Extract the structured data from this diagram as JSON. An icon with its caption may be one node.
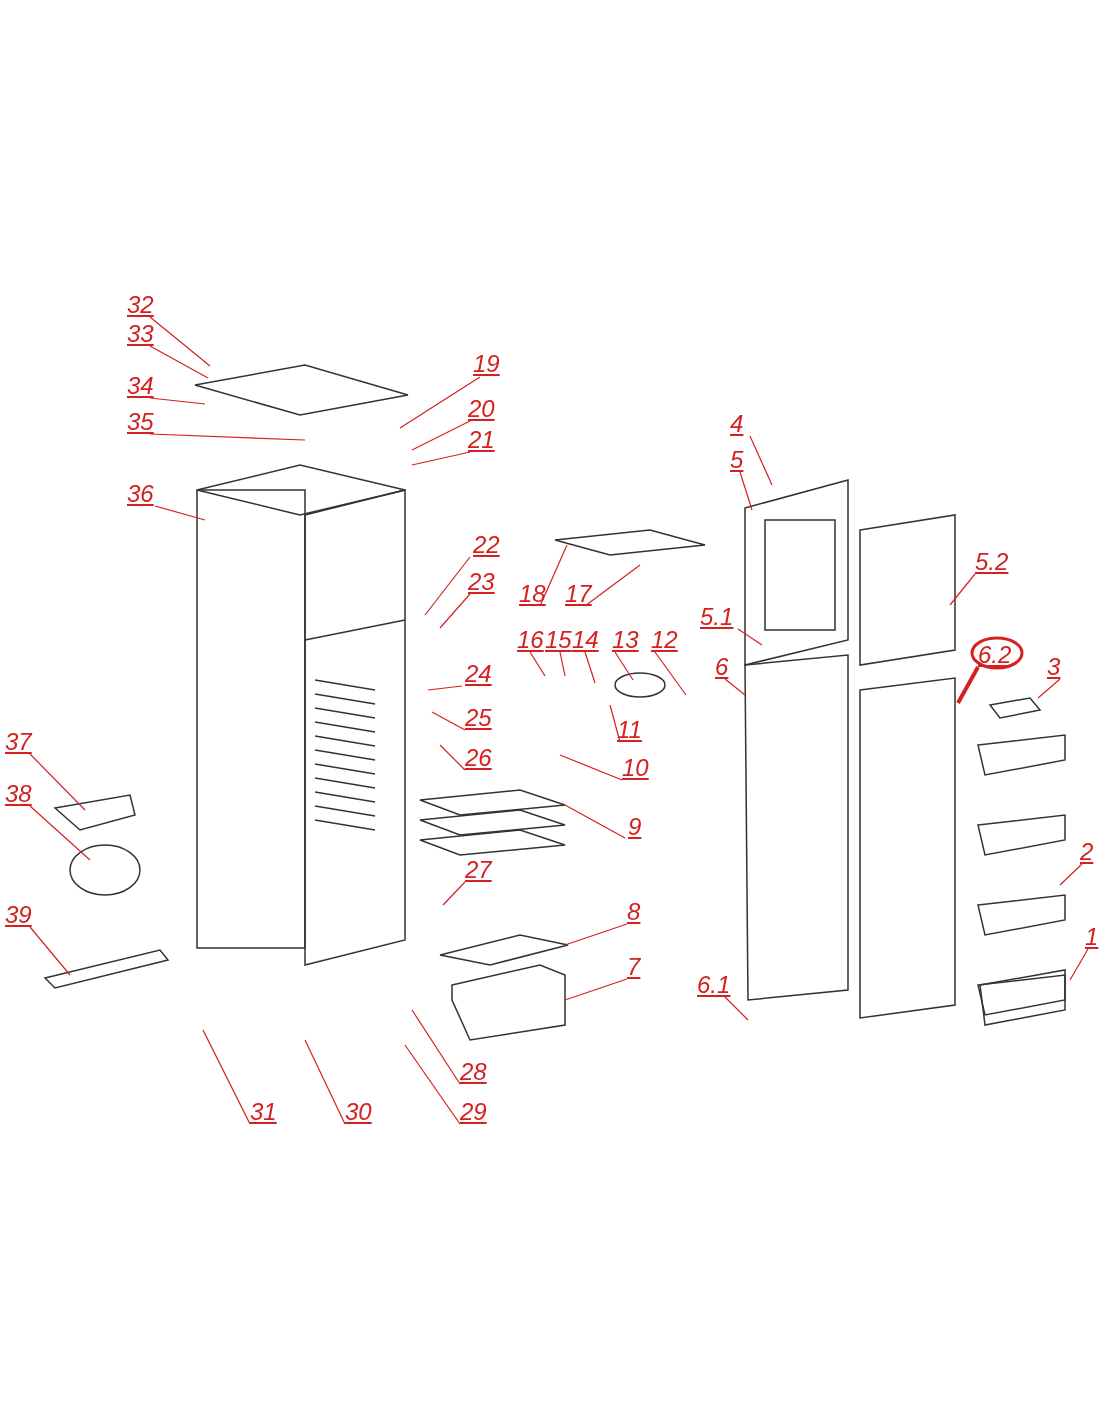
{
  "diagram": {
    "nodes": [
      {
        "text": [
          "32"
        ]
      },
      {
        "text": [
          "33"
        ]
      },
      {
        "text": [
          "34"
        ]
      },
      {
        "text": [
          "35"
        ]
      },
      {
        "text": [
          "36"
        ]
      },
      {
        "text": [
          "19"
        ]
      },
      {
        "text": [
          "20"
        ]
      },
      {
        "text": [
          "21"
        ]
      },
      {
        "text": [
          "22"
        ]
      },
      {
        "text": [
          "23"
        ]
      },
      {
        "text": [
          "24"
        ]
      },
      {
        "text": [
          "25"
        ]
      },
      {
        "text": [
          "26"
        ]
      },
      {
        "text": [
          "27"
        ]
      },
      {
        "text": [
          "18"
        ]
      },
      {
        "text": [
          "17"
        ]
      },
      {
        "text": [
          "16"
        ]
      },
      {
        "text": [
          "15"
        ]
      },
      {
        "text": [
          "14"
        ]
      },
      {
        "text": [
          "13"
        ]
      },
      {
        "text": [
          "12"
        ]
      },
      {
        "text": [
          "11"
        ]
      },
      {
        "text": [
          "10"
        ]
      },
      {
        "text": [
          "9"
        ]
      },
      {
        "text": [
          "4"
        ]
      },
      {
        "text": [
          "5"
        ]
      },
      {
        "text": [
          "5.1"
        ]
      },
      {
        "text": [
          "5.2"
        ]
      },
      {
        "text": [
          "6"
        ]
      },
      {
        "text": [
          "6.2"
        ]
      },
      {
        "text": [
          "3"
        ]
      },
      {
        "text": [
          "2"
        ]
      },
      {
        "text": [
          "1"
        ]
      },
      {
        "text": [
          "6.1"
        ]
      },
      {
        "text": [
          "8"
        ]
      },
      {
        "text": [
          "7"
        ]
      },
      {
        "text": [
          "28"
        ]
      },
      {
        "text": [
          "29"
        ]
      },
      {
        "text": [
          "30"
        ]
      },
      {
        "text": [
          "31"
        ]
      },
      {
        "text": [
          "37"
        ]
      },
      {
        "text": [
          "38"
        ]
      },
      {
        "text": [
          "39"
        ]
      }
    ],
    "edges": [
      {
        "from": 0,
        "to": null,
        "arrow": "none"
      },
      {
        "from": 1,
        "to": null,
        "arrow": "none"
      },
      {
        "from": 2,
        "to": null,
        "arrow": "none"
      },
      {
        "from": 3,
        "to": null,
        "arrow": "none"
      },
      {
        "from": 4,
        "to": null,
        "arrow": "none"
      },
      {
        "from": 5,
        "to": null,
        "arrow": "none"
      },
      {
        "from": 6,
        "to": null,
        "arrow": "none"
      },
      {
        "from": 7,
        "to": null,
        "arrow": "none"
      },
      {
        "from": 8,
        "to": null,
        "arrow": "none"
      },
      {
        "from": 9,
        "to": null,
        "arrow": "none"
      },
      {
        "from": 10,
        "to": null,
        "arrow": "none"
      },
      {
        "from": 11,
        "to": null,
        "arrow": "none"
      },
      {
        "from": 12,
        "to": null,
        "arrow": "none"
      },
      {
        "from": 13,
        "to": null,
        "arrow": "none"
      },
      {
        "from": 14,
        "to": null,
        "arrow": "none"
      },
      {
        "from": 15,
        "to": null,
        "arrow": "none"
      },
      {
        "from": 16,
        "to": null,
        "arrow": "none"
      },
      {
        "from": 17,
        "to": null,
        "arrow": "none"
      },
      {
        "from": 18,
        "to": null,
        "arrow": "none"
      },
      {
        "from": 19,
        "to": null,
        "arrow": "none"
      },
      {
        "from": 20,
        "to": null,
        "arrow": "none"
      },
      {
        "from": 21,
        "to": null,
        "arrow": "none"
      },
      {
        "from": 22,
        "to": null,
        "arrow": "none"
      },
      {
        "from": 23,
        "to": null,
        "arrow": "none"
      },
      {
        "from": 24,
        "to": null,
        "arrow": "none"
      },
      {
        "from": 25,
        "to": null,
        "arrow": "none"
      },
      {
        "from": 26,
        "to": null,
        "arrow": "none"
      },
      {
        "from": 27,
        "to": null,
        "arrow": "none"
      },
      {
        "from": 28,
        "to": null,
        "arrow": "none"
      },
      {
        "from": 29,
        "to": null,
        "arrow": "none",
        "style": "thick"
      },
      {
        "from": 30,
        "to": null,
        "arrow": "none"
      },
      {
        "from": 31,
        "to": null,
        "arrow": "none"
      },
      {
        "from": 32,
        "to": null,
        "arrow": "none"
      },
      {
        "from": 33,
        "to": null,
        "arrow": "none"
      },
      {
        "from": 34,
        "to": null,
        "arrow": "none"
      },
      {
        "from": 35,
        "to": null,
        "arrow": "none"
      },
      {
        "from": 36,
        "to": null,
        "arrow": "none"
      },
      {
        "from": 37,
        "to": null,
        "arrow": "none"
      },
      {
        "from": 38,
        "to": null,
        "arrow": "none"
      },
      {
        "from": 39,
        "to": null,
        "arrow": "none"
      },
      {
        "from": 40,
        "to": null,
        "arrow": "none"
      },
      {
        "from": 41,
        "to": null,
        "arrow": "none"
      },
      {
        "from": 42,
        "to": null,
        "arrow": "none"
      }
    ]
  }
}
